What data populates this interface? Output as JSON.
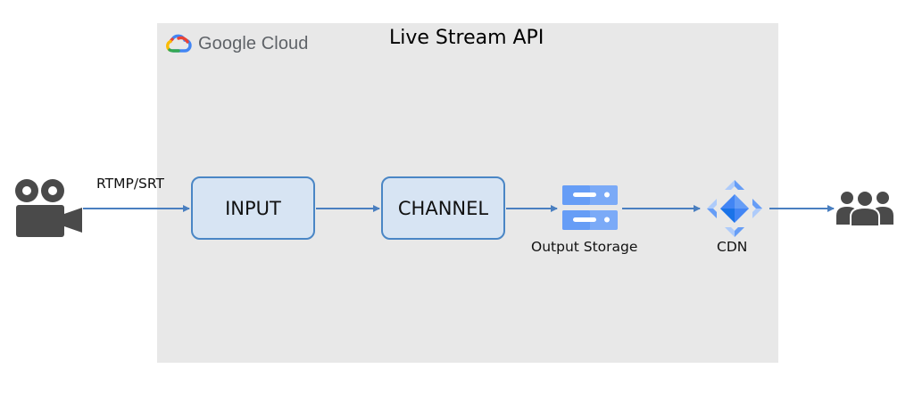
{
  "diagram": {
    "brand": {
      "name": "Google Cloud",
      "logo_icon": "google-cloud-logo-icon",
      "logo_colors": [
        "#ea4335",
        "#4285f4",
        "#34a853",
        "#fbbc04"
      ]
    },
    "title": "Live Stream API",
    "source": {
      "icon": "video-camera-icon",
      "protocol_label": "RTMP/SRT"
    },
    "nodes": {
      "input": {
        "label": "INPUT"
      },
      "channel": {
        "label": "CHANNEL"
      },
      "storage": {
        "icon": "storage-server-icon",
        "label": "Output Storage"
      },
      "cdn": {
        "icon": "cdn-icon",
        "label": "CDN"
      },
      "viewers": {
        "icon": "users-group-icon"
      }
    },
    "colors": {
      "panel": "#e8e8e8",
      "box_fill": "#d7e4f3",
      "box_border": "#4a86c5",
      "arrow": "#4a7fc0",
      "icon_dark": "#4a4a4a"
    }
  }
}
